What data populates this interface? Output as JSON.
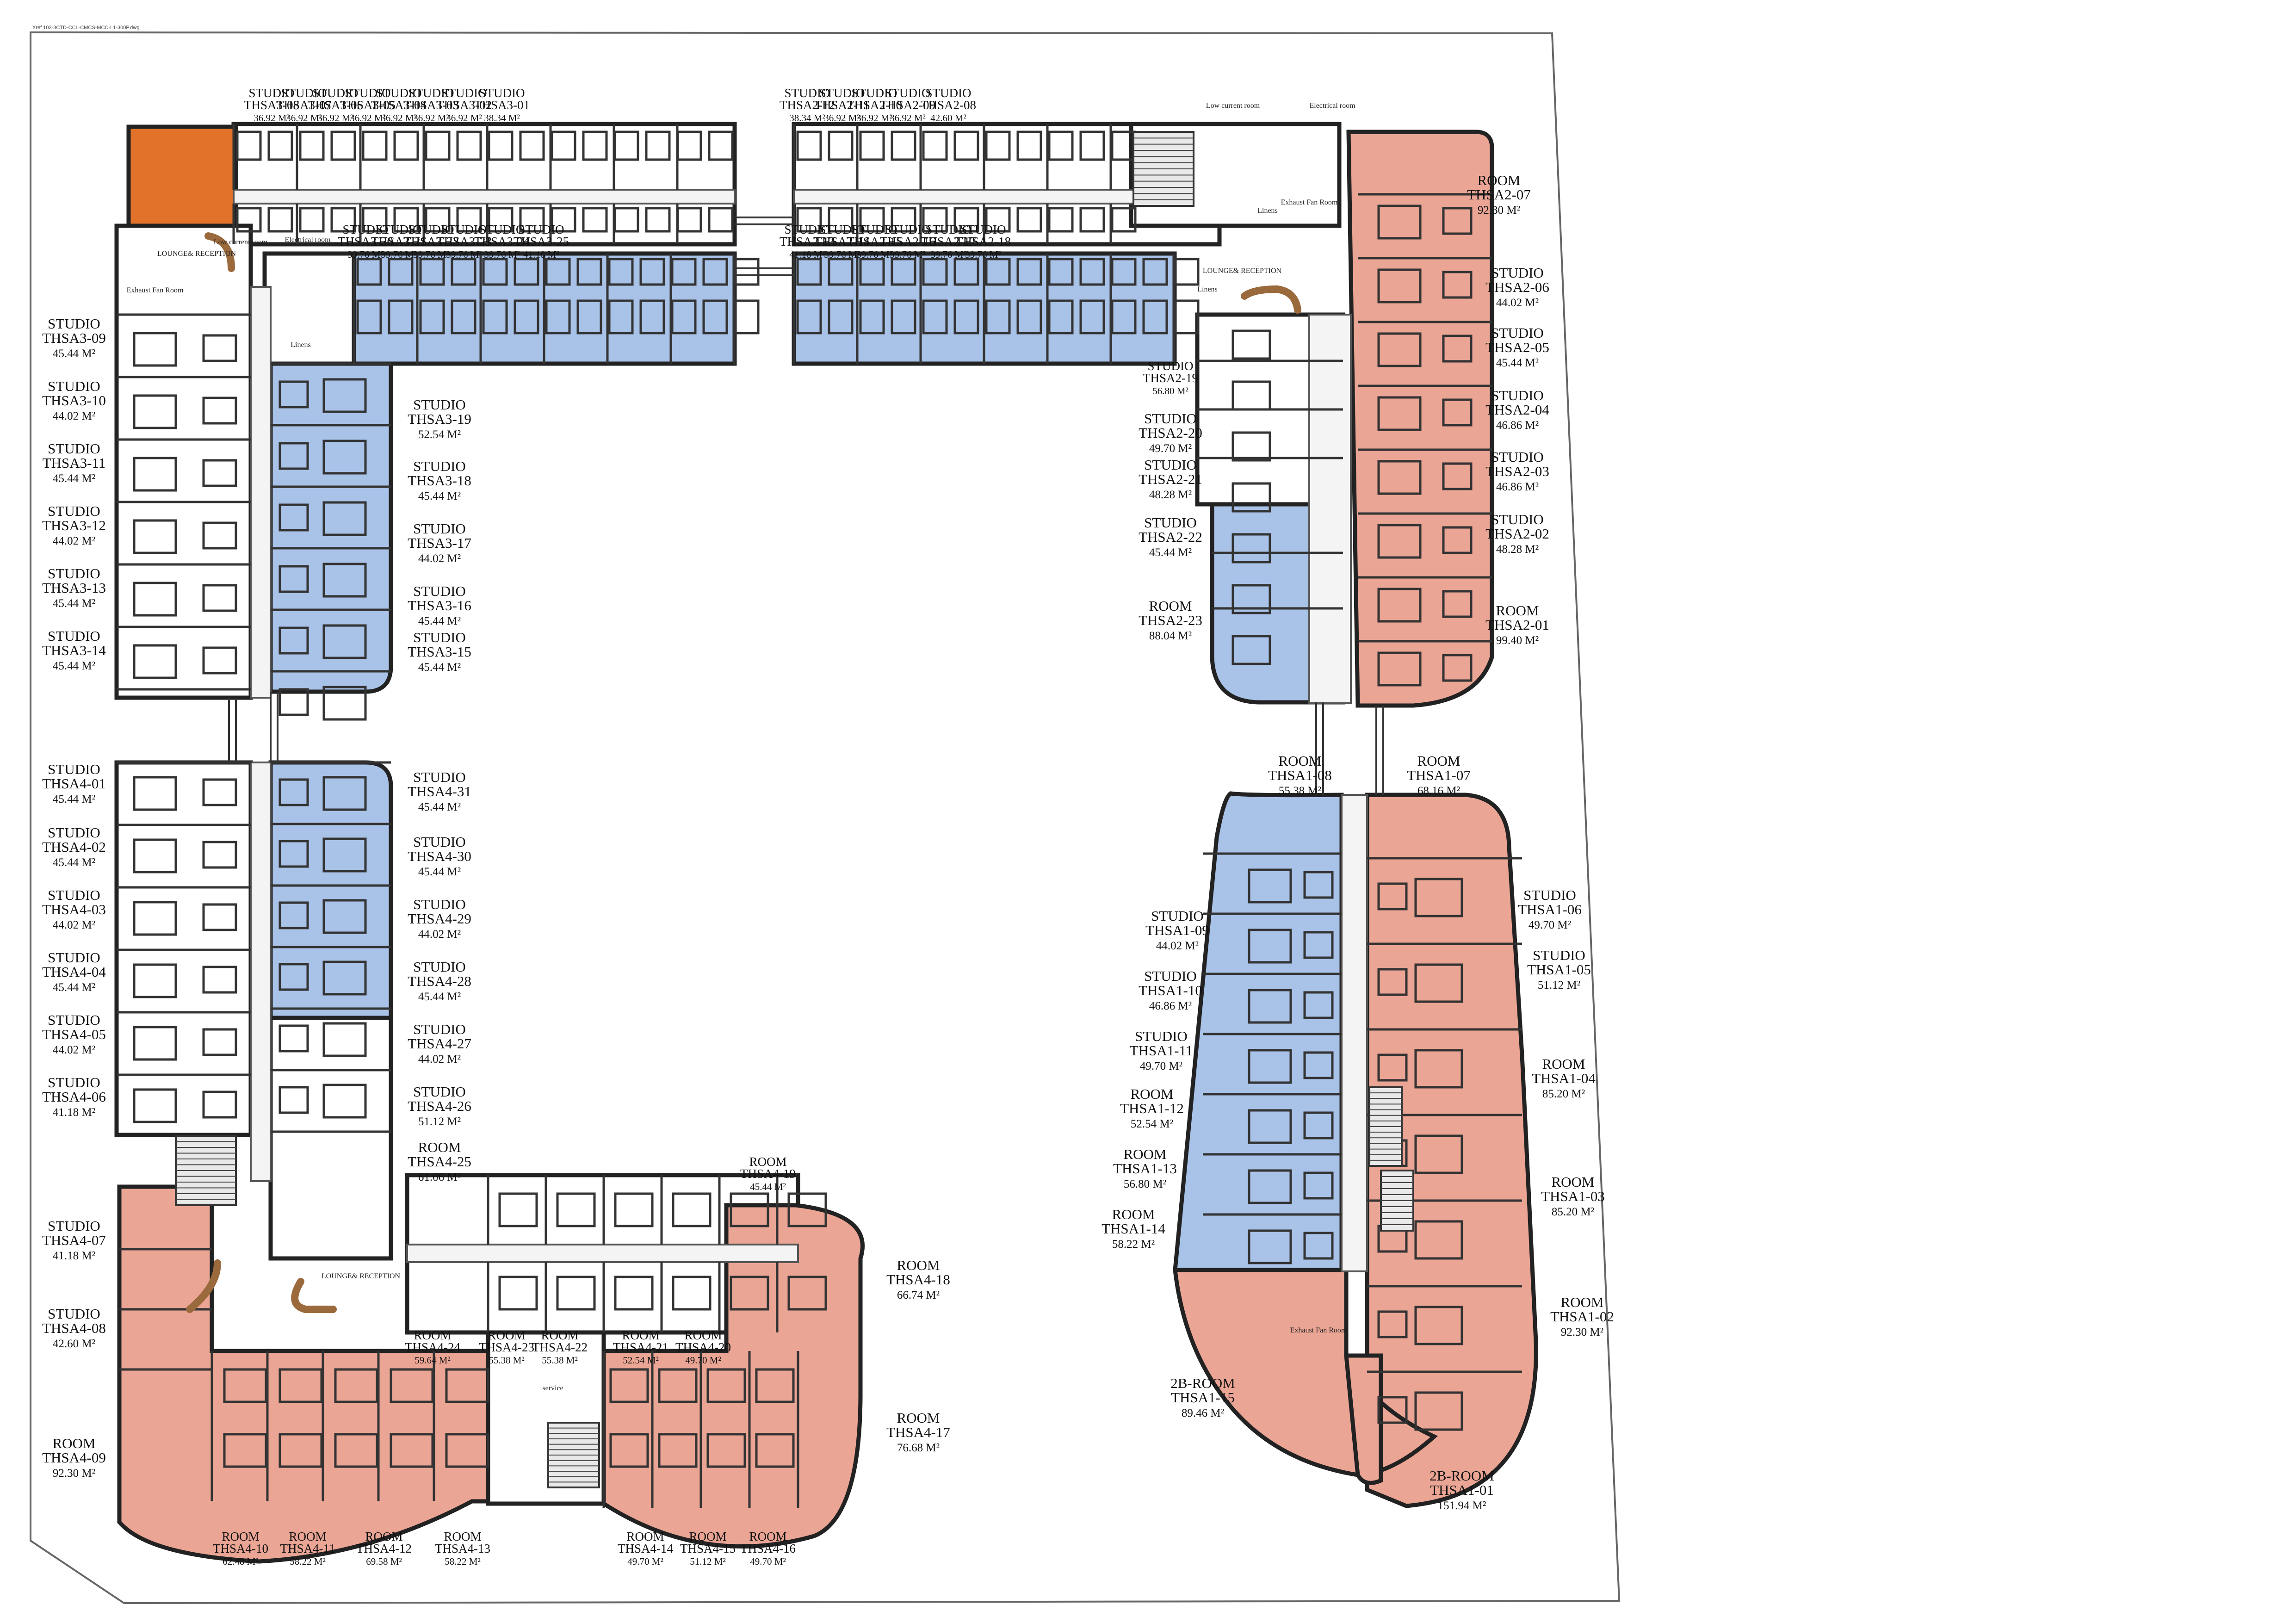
{
  "drawing": {
    "file_caption": "Xref 103-3CTD-CCL-CMCS-MCC-L1-300P.dwg"
  },
  "colors": {
    "white_wing": "#ffffff",
    "blue_wing": "#a9c3e8",
    "salmon_wing": "#eba595",
    "orange_core": "#e2722a",
    "lounge_curve": "#9b6a3c",
    "outline": "#222222"
  },
  "service_labels": [
    {
      "id": "low-current-room-1",
      "text": "Low current room"
    },
    {
      "id": "electrical-room-1",
      "text": "Electrical room"
    },
    {
      "id": "lounge-reception-1",
      "text": "LOUNGE& RECEPTION"
    },
    {
      "id": "linens-1",
      "text": "Linens"
    },
    {
      "id": "exhaust-fan-room-1",
      "text": "Exhaust Fan Room"
    },
    {
      "id": "low-current-room-2",
      "text": "Low current room"
    },
    {
      "id": "electrical-room-2",
      "text": "Electrical room"
    },
    {
      "id": "exhaust-fan-room-2",
      "text": "Exhaust Fan Room"
    },
    {
      "id": "linens-2",
      "text": "Linens"
    },
    {
      "id": "lounge-reception-2",
      "text": "LOUNGE& RECEPTION"
    },
    {
      "id": "linens-3",
      "text": "Linens"
    },
    {
      "id": "lounge-reception-3",
      "text": "LOUNGE& RECEPTION"
    },
    {
      "id": "service",
      "text": "service"
    },
    {
      "id": "exhaust-fan-room-3",
      "text": "Exhaust Fan Room"
    }
  ],
  "units": [
    {
      "id": "thsa3-08",
      "type": "STUDIO",
      "code": "THSA3-08",
      "area": "36.92 M²",
      "size": "sm"
    },
    {
      "id": "thsa3-07",
      "type": "STUDIO",
      "code": "THSA3-07",
      "area": "36.92 M²",
      "size": "sm"
    },
    {
      "id": "thsa3-06",
      "type": "STUDIO",
      "code": "THSA3-06",
      "area": "36.92 M²",
      "size": "sm"
    },
    {
      "id": "thsa3-05",
      "type": "STUDIO",
      "code": "THSA3-05",
      "area": "36.92 M²",
      "size": "sm"
    },
    {
      "id": "thsa3-04",
      "type": "STUDIO",
      "code": "THSA3-04",
      "area": "36.92 M²",
      "size": "sm"
    },
    {
      "id": "thsa3-03",
      "type": "STUDIO",
      "code": "THSA3-03",
      "area": "36.92 M²",
      "size": "sm"
    },
    {
      "id": "thsa3-02",
      "type": "STUDIO",
      "code": "THSA3-02",
      "area": "36.92 M²",
      "size": "sm"
    },
    {
      "id": "thsa3-01",
      "type": "STUDIO",
      "code": "THSA3-01",
      "area": "38.34 M²",
      "size": "sm"
    },
    {
      "id": "thsa2-12",
      "type": "STUDIO",
      "code": "THSA2-12",
      "area": "38.34 M²",
      "size": "sm"
    },
    {
      "id": "thsa2-11",
      "type": "STUDIO",
      "code": "THSA2-11",
      "area": "36.92 M²",
      "size": "sm"
    },
    {
      "id": "thsa2-10",
      "type": "STUDIO",
      "code": "THSA2-10",
      "area": "36.92 M²",
      "size": "sm"
    },
    {
      "id": "thsa2-09",
      "type": "STUDIO",
      "code": "THSA2-09",
      "area": "36.92 M²",
      "size": "sm"
    },
    {
      "id": "thsa2-08",
      "type": "STUDIO",
      "code": "THSA2-08",
      "area": "42.60 M²",
      "size": "sm"
    },
    {
      "id": "thsa3-20",
      "type": "STUDIO",
      "code": "THSA3-20",
      "area": "39.76 M²",
      "size": "sm"
    },
    {
      "id": "thsa3-21",
      "type": "STUDIO",
      "code": "THSA3-21",
      "area": "39.76 M²",
      "size": "sm"
    },
    {
      "id": "thsa3-22",
      "type": "STUDIO",
      "code": "THSA3-22",
      "area": "39.76 M²",
      "size": "sm"
    },
    {
      "id": "thsa3-23",
      "type": "STUDIO",
      "code": "THSA3-23",
      "area": "39.76 M²",
      "size": "sm"
    },
    {
      "id": "thsa3-24",
      "type": "STUDIO",
      "code": "THSA3-24",
      "area": "39.76 M²",
      "size": "sm"
    },
    {
      "id": "thsa3-25",
      "type": "STUDIO",
      "code": "THSA3-25",
      "area": "41.18 M²",
      "size": "sm"
    },
    {
      "id": "thsa2-13",
      "type": "STUDIO",
      "code": "THSA2-13",
      "area": "41.18 M²",
      "size": "sm"
    },
    {
      "id": "thsa2-14",
      "type": "STUDIO",
      "code": "THSA2-14",
      "area": "39.76 M²",
      "size": "sm"
    },
    {
      "id": "thsa2-15",
      "type": "STUDIO",
      "code": "THSA2-15",
      "area": "39.76 M²",
      "size": "sm"
    },
    {
      "id": "thsa2-16",
      "type": "STUDIO",
      "code": "THSA2-16",
      "area": "39.76 M²",
      "size": "sm"
    },
    {
      "id": "thsa2-17",
      "type": "STUDIO",
      "code": "THSA2-17",
      "area": "39.76 M²",
      "size": "sm"
    },
    {
      "id": "thsa2-18",
      "type": "STUDIO",
      "code": "THSA2-18",
      "area": "39.76 M²",
      "size": "sm"
    },
    {
      "id": "thsa3-09",
      "type": "STUDIO",
      "code": "THSA3-09",
      "area": "45.44 M²",
      "size": "lg"
    },
    {
      "id": "thsa3-10",
      "type": "STUDIO",
      "code": "THSA3-10",
      "area": "44.02 M²",
      "size": "lg"
    },
    {
      "id": "thsa3-11",
      "type": "STUDIO",
      "code": "THSA3-11",
      "area": "45.44 M²",
      "size": "lg"
    },
    {
      "id": "thsa3-12",
      "type": "STUDIO",
      "code": "THSA3-12",
      "area": "44.02 M²",
      "size": "lg"
    },
    {
      "id": "thsa3-13",
      "type": "STUDIO",
      "code": "THSA3-13",
      "area": "45.44 M²",
      "size": "lg"
    },
    {
      "id": "thsa3-14",
      "type": "STUDIO",
      "code": "THSA3-14",
      "area": "45.44 M²",
      "size": "lg"
    },
    {
      "id": "thsa3-19",
      "type": "STUDIO",
      "code": "THSA3-19",
      "area": "52.54 M²",
      "size": "lg"
    },
    {
      "id": "thsa3-18",
      "type": "STUDIO",
      "code": "THSA3-18",
      "area": "45.44 M²",
      "size": "lg"
    },
    {
      "id": "thsa3-17",
      "type": "STUDIO",
      "code": "THSA3-17",
      "area": "44.02 M²",
      "size": "lg"
    },
    {
      "id": "thsa3-16",
      "type": "STUDIO",
      "code": "THSA3-16",
      "area": "45.44 M²",
      "size": "lg"
    },
    {
      "id": "thsa3-15",
      "type": "STUDIO",
      "code": "THSA3-15",
      "area": "45.44 M²",
      "size": "lg"
    },
    {
      "id": "thsa2-07",
      "type": "ROOM",
      "code": "THSA2-07",
      "area": "92.30 M²",
      "size": "lg"
    },
    {
      "id": "thsa2-06",
      "type": "STUDIO",
      "code": "THSA2-06",
      "area": "44.02 M²",
      "size": "lg"
    },
    {
      "id": "thsa2-05",
      "type": "STUDIO",
      "code": "THSA2-05",
      "area": "45.44 M²",
      "size": "lg"
    },
    {
      "id": "thsa2-04",
      "type": "STUDIO",
      "code": "THSA2-04",
      "area": "46.86 M²",
      "size": "lg"
    },
    {
      "id": "thsa2-03",
      "type": "STUDIO",
      "code": "THSA2-03",
      "area": "46.86 M²",
      "size": "lg"
    },
    {
      "id": "thsa2-02",
      "type": "STUDIO",
      "code": "THSA2-02",
      "area": "48.28 M²",
      "size": "lg"
    },
    {
      "id": "thsa2-01",
      "type": "ROOM",
      "code": "THSA2-01",
      "area": "99.40 M²",
      "size": "lg"
    },
    {
      "id": "thsa2-19",
      "type": "STUDIO",
      "code": "THSA2-19",
      "area": "56.80 M²",
      "size": "sm"
    },
    {
      "id": "thsa2-20",
      "type": "STUDIO",
      "code": "THSA2-20",
      "area": "49.70 M²",
      "size": "lg"
    },
    {
      "id": "thsa2-21",
      "type": "STUDIO",
      "code": "THSA2-21",
      "area": "48.28 M²",
      "size": "lg"
    },
    {
      "id": "thsa2-22",
      "type": "STUDIO",
      "code": "THSA2-22",
      "area": "45.44 M²",
      "size": "lg"
    },
    {
      "id": "thsa2-23",
      "type": "ROOM",
      "code": "THSA2-23",
      "area": "88.04 M²",
      "size": "lg"
    },
    {
      "id": "thsa4-01",
      "type": "STUDIO",
      "code": "THSA4-01",
      "area": "45.44 M²",
      "size": "lg"
    },
    {
      "id": "thsa4-02",
      "type": "STUDIO",
      "code": "THSA4-02",
      "area": "45.44 M²",
      "size": "lg"
    },
    {
      "id": "thsa4-03",
      "type": "STUDIO",
      "code": "THSA4-03",
      "area": "44.02 M²",
      "size": "lg"
    },
    {
      "id": "thsa4-04",
      "type": "STUDIO",
      "code": "THSA4-04",
      "area": "45.44 M²",
      "size": "lg"
    },
    {
      "id": "thsa4-05",
      "type": "STUDIO",
      "code": "THSA4-05",
      "area": "44.02 M²",
      "size": "lg"
    },
    {
      "id": "thsa4-06",
      "type": "STUDIO",
      "code": "THSA4-06",
      "area": "41.18 M²",
      "size": "lg"
    },
    {
      "id": "thsa4-07",
      "type": "STUDIO",
      "code": "THSA4-07",
      "area": "41.18 M²",
      "size": "lg"
    },
    {
      "id": "thsa4-08",
      "type": "STUDIO",
      "code": "THSA4-08",
      "area": "42.60 M²",
      "size": "lg"
    },
    {
      "id": "thsa4-09",
      "type": "ROOM",
      "code": "THSA4-09",
      "area": "92.30 M²",
      "size": "lg"
    },
    {
      "id": "thsa4-31",
      "type": "STUDIO",
      "code": "THSA4-31",
      "area": "45.44 M²",
      "size": "lg"
    },
    {
      "id": "thsa4-30",
      "type": "STUDIO",
      "code": "THSA4-30",
      "area": "45.44 M²",
      "size": "lg"
    },
    {
      "id": "thsa4-29",
      "type": "STUDIO",
      "code": "THSA4-29",
      "area": "44.02 M²",
      "size": "lg"
    },
    {
      "id": "thsa4-28",
      "type": "STUDIO",
      "code": "THSA4-28",
      "area": "45.44 M²",
      "size": "lg"
    },
    {
      "id": "thsa4-27",
      "type": "STUDIO",
      "code": "THSA4-27",
      "area": "44.02 M²",
      "size": "lg"
    },
    {
      "id": "thsa4-26",
      "type": "STUDIO",
      "code": "THSA4-26",
      "area": "51.12 M²",
      "size": "lg"
    },
    {
      "id": "thsa4-25",
      "type": "ROOM",
      "code": "THSA4-25",
      "area": "61.06 M²",
      "size": "lg"
    },
    {
      "id": "thsa4-19",
      "type": "ROOM",
      "code": "THSA4-19",
      "area": "45.44 M²",
      "size": "sm"
    },
    {
      "id": "thsa4-18",
      "type": "ROOM",
      "code": "THSA4-18",
      "area": "66.74 M²",
      "size": "lg"
    },
    {
      "id": "thsa4-17",
      "type": "ROOM",
      "code": "THSA4-17",
      "area": "76.68 M²",
      "size": "lg"
    },
    {
      "id": "thsa4-24",
      "type": "ROOM",
      "code": "THSA4-24",
      "area": "59.64 M²",
      "size": "sm"
    },
    {
      "id": "thsa4-23",
      "type": "ROOM",
      "code": "THSA4-23",
      "area": "55.38 M²",
      "size": "sm"
    },
    {
      "id": "thsa4-22",
      "type": "ROOM",
      "code": "THSA4-22",
      "area": "55.38 M²",
      "size": "sm"
    },
    {
      "id": "thsa4-21",
      "type": "ROOM",
      "code": "THSA4-21",
      "area": "52.54 M²",
      "size": "sm"
    },
    {
      "id": "thsa4-20",
      "type": "ROOM",
      "code": "THSA4-20",
      "area": "49.70 M²",
      "size": "sm"
    },
    {
      "id": "thsa4-10",
      "type": "ROOM",
      "code": "THSA4-10",
      "area": "62.48 M²",
      "size": "sm"
    },
    {
      "id": "thsa4-11",
      "type": "ROOM",
      "code": "THSA4-11",
      "area": "58.22 M²",
      "size": "sm"
    },
    {
      "id": "thsa4-12",
      "type": "ROOM",
      "code": "THSA4-12",
      "area": "69.58 M²",
      "size": "sm"
    },
    {
      "id": "thsa4-13",
      "type": "ROOM",
      "code": "THSA4-13",
      "area": "58.22 M²",
      "size": "sm"
    },
    {
      "id": "thsa4-14",
      "type": "ROOM",
      "code": "THSA4-14",
      "area": "49.70 M²",
      "size": "sm"
    },
    {
      "id": "thsa4-15",
      "type": "ROOM",
      "code": "THSA4-15",
      "area": "51.12 M²",
      "size": "sm"
    },
    {
      "id": "thsa4-16",
      "type": "ROOM",
      "code": "THSA4-16",
      "area": "49.70 M²",
      "size": "sm"
    },
    {
      "id": "thsa1-08",
      "type": "ROOM",
      "code": "THSA1-08",
      "area": "55.38 M²",
      "size": "lg"
    },
    {
      "id": "thsa1-07",
      "type": "ROOM",
      "code": "THSA1-07",
      "area": "68.16 M²",
      "size": "lg"
    },
    {
      "id": "thsa1-09",
      "type": "STUDIO",
      "code": "THSA1-09",
      "area": "44.02 M²",
      "size": "lg"
    },
    {
      "id": "thsa1-10",
      "type": "STUDIO",
      "code": "THSA1-10",
      "area": "46.86 M²",
      "size": "lg"
    },
    {
      "id": "thsa1-11",
      "type": "STUDIO",
      "code": "THSA1-11",
      "area": "49.70 M²",
      "size": "lg"
    },
    {
      "id": "thsa1-12",
      "type": "ROOM",
      "code": "THSA1-12",
      "area": "52.54 M²",
      "size": "lg"
    },
    {
      "id": "thsa1-13",
      "type": "ROOM",
      "code": "THSA1-13",
      "area": "56.80 M²",
      "size": "lg"
    },
    {
      "id": "thsa1-14",
      "type": "ROOM",
      "code": "THSA1-14",
      "area": "58.22 M²",
      "size": "lg"
    },
    {
      "id": "thsa1-15",
      "type": "2B-ROOM",
      "code": "THSA1-15",
      "area": "89.46 M²",
      "size": "lg"
    },
    {
      "id": "thsa1-06",
      "type": "STUDIO",
      "code": "THSA1-06",
      "area": "49.70 M²",
      "size": "lg"
    },
    {
      "id": "thsa1-05",
      "type": "STUDIO",
      "code": "THSA1-05",
      "area": "51.12 M²",
      "size": "lg"
    },
    {
      "id": "thsa1-04",
      "type": "ROOM",
      "code": "THSA1-04",
      "area": "85.20 M²",
      "size": "lg"
    },
    {
      "id": "thsa1-03",
      "type": "ROOM",
      "code": "THSA1-03",
      "area": "85.20 M²",
      "size": "lg"
    },
    {
      "id": "thsa1-02",
      "type": "ROOM",
      "code": "THSA1-02",
      "area": "92.30 M²",
      "size": "lg"
    },
    {
      "id": "thsa1-01",
      "type": "2B-ROOM",
      "code": "THSA1-01",
      "area": "151.94 M²",
      "size": "lg"
    }
  ]
}
